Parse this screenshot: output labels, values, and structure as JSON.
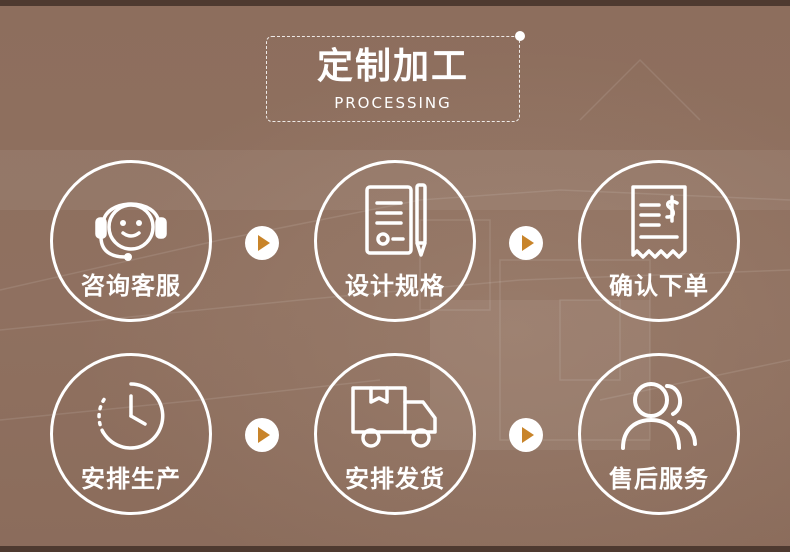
{
  "header": {
    "title": "定制加工",
    "subtitle": "PROCESSING"
  },
  "steps": [
    {
      "label": "咨询客服",
      "icon": "customer-service-headset-icon"
    },
    {
      "label": "设计规格",
      "icon": "design-document-pen-icon"
    },
    {
      "label": "确认下单",
      "icon": "receipt-order-icon"
    },
    {
      "label": "安排生产",
      "icon": "clock-icon"
    },
    {
      "label": "安排发货",
      "icon": "delivery-truck-icon"
    },
    {
      "label": "售后服务",
      "icon": "users-icon"
    }
  ],
  "colors": {
    "background": "#8d6e5d",
    "border": "#4e3a30",
    "accent_arrow": "#c8842a",
    "foreground": "#ffffff"
  }
}
